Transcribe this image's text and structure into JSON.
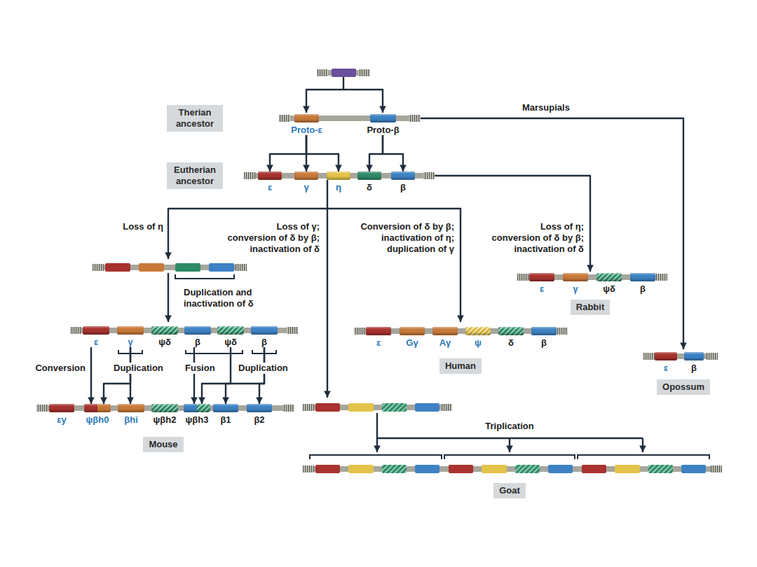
{
  "diagram": {
    "nodes": [
      {
        "text": [
          "Therian ancestor"
        ]
      },
      {
        "text": [
          "Proto-ε"
        ]
      },
      {
        "text": [
          "Proto-β"
        ]
      },
      {
        "text": [
          "Eutherian ancestor"
        ]
      },
      {
        "text": [
          "ε"
        ]
      },
      {
        "text": [
          "γ"
        ]
      },
      {
        "text": [
          "η"
        ]
      },
      {
        "text": [
          "δ"
        ]
      },
      {
        "text": [
          "β"
        ]
      },
      {
        "text": [
          "ε"
        ]
      },
      {
        "text": [
          "γ"
        ]
      },
      {
        "text": [
          "ψδ"
        ]
      },
      {
        "text": [
          "β"
        ]
      },
      {
        "text": [
          "Rabbit"
        ]
      },
      {
        "text": [
          "ε"
        ]
      },
      {
        "text": [
          "γ"
        ]
      },
      {
        "text": [
          "ψδ"
        ]
      },
      {
        "text": [
          "β"
        ]
      },
      {
        "text": [
          "ψδ"
        ]
      },
      {
        "text": [
          "β"
        ]
      },
      {
        "text": [
          "ε"
        ]
      },
      {
        "text": [
          "Gγ"
        ]
      },
      {
        "text": [
          "Aγ"
        ]
      },
      {
        "text": [
          "ψ"
        ]
      },
      {
        "text": [
          "δ"
        ]
      },
      {
        "text": [
          "β"
        ]
      },
      {
        "text": [
          "Human"
        ]
      },
      {
        "text": [
          "ε"
        ]
      },
      {
        "text": [
          "β"
        ]
      },
      {
        "text": [
          "Opossum"
        ]
      },
      {
        "text": [
          "εy"
        ]
      },
      {
        "text": [
          "ψβh0"
        ]
      },
      {
        "text": [
          "βhi"
        ]
      },
      {
        "text": [
          "ψβh2"
        ]
      },
      {
        "text": [
          "ψβh3"
        ]
      },
      {
        "text": [
          "β1"
        ]
      },
      {
        "text": [
          "β2"
        ]
      },
      {
        "text": [
          "Mouse"
        ]
      },
      {
        "text": [
          "Goat"
        ]
      }
    ],
    "edges": [
      {
        "from": 1,
        "to": 4,
        "arrow": "to"
      },
      {
        "from": 1,
        "to": 5,
        "arrow": "to"
      },
      {
        "from": 1,
        "to": 6,
        "arrow": "to"
      },
      {
        "from": 2,
        "to": 7,
        "arrow": "to"
      },
      {
        "from": 2,
        "to": 8,
        "arrow": "to"
      },
      {
        "from": 14,
        "to": 31,
        "label": "Conversion",
        "arrow": "to"
      },
      {
        "from": 15,
        "to": 31,
        "label": "Duplication",
        "arrow": "to"
      },
      {
        "from": 15,
        "to": 32,
        "arrow": "to"
      },
      {
        "from": 17,
        "to": 34,
        "label": "Fusion",
        "arrow": "to"
      },
      {
        "from": 18,
        "to": 34,
        "arrow": "to"
      },
      {
        "from": 19,
        "to": 35,
        "label": "Duplication",
        "arrow": "to"
      },
      {
        "from": 19,
        "to": 36,
        "arrow": "to"
      }
    ],
    "labels": [
      "Marsupials",
      "Loss of η",
      "Loss of γ; conversion of δ by β; inactivation of δ",
      "Conversion of δ by β; inactivation of η; duplication of γ",
      "Loss of η; conversion of δ by β; inactivation of δ",
      "Duplication and inactivation of δ",
      "Triplication"
    ]
  }
}
